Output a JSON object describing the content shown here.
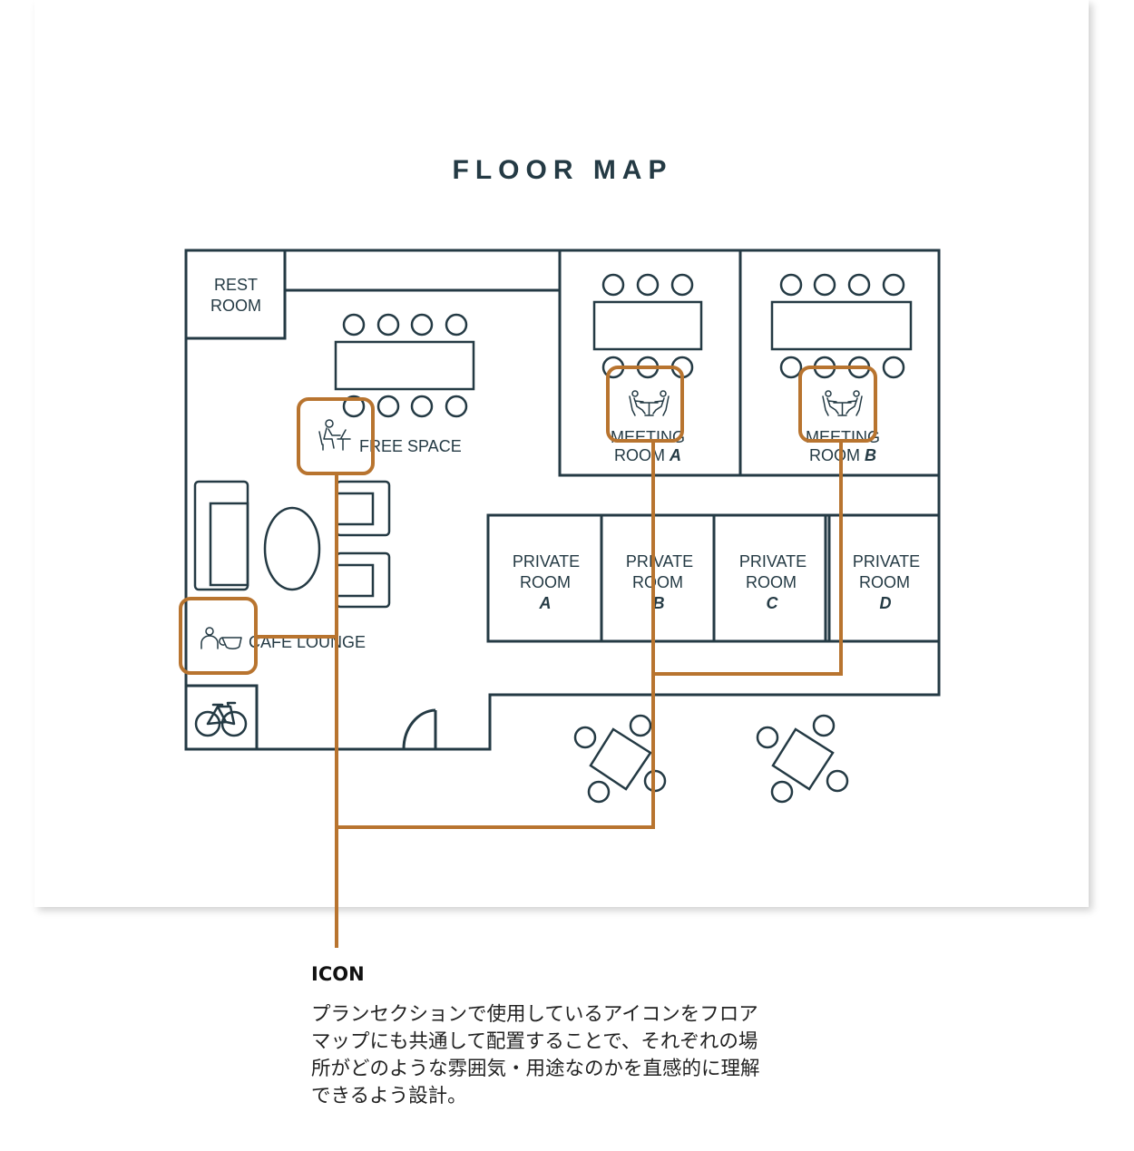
{
  "title": "FLOOR MAP",
  "rooms": {
    "rest_room": [
      "REST",
      "ROOM"
    ],
    "free_space": "FREE SPACE",
    "meeting_a": {
      "line1": "MEETING",
      "line2": "ROOM",
      "letter": "A"
    },
    "meeting_b": {
      "line1": "MEETING",
      "line2": "ROOM",
      "letter": "B"
    },
    "private": [
      {
        "line1": "PRIVATE",
        "line2": "ROOM",
        "letter": "A"
      },
      {
        "line1": "PRIVATE",
        "line2": "ROOM",
        "letter": "B"
      },
      {
        "line1": "PRIVATE",
        "line2": "ROOM",
        "letter": "C"
      },
      {
        "line1": "PRIVATE",
        "line2": "ROOM",
        "letter": "D"
      }
    ],
    "cafe_lounge": "CAFE LOUNGE"
  },
  "icons": [
    "person-at-desk-icon",
    "meeting-people-icon",
    "person-coffee-icon",
    "bicycle-icon"
  ],
  "colors": {
    "line": "#243a44",
    "accent": "#b8742f"
  },
  "note": {
    "heading": "ICON",
    "lines": [
      "プランセクションで使用しているアイコンをフロア",
      "マップにも共通して配置することで、それぞれの場",
      "所がどのような雰囲気・用途なのかを直感的に理解",
      "できるよう設計。"
    ]
  }
}
